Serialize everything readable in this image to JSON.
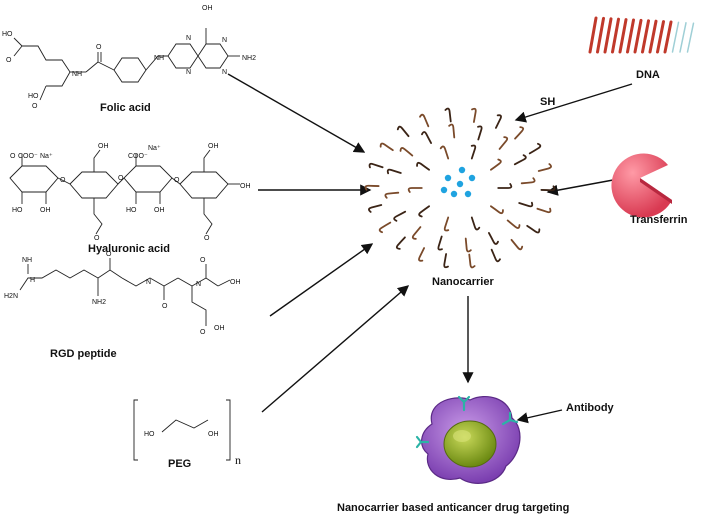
{
  "labels": {
    "folic_acid": "Folic acid",
    "hyaluronic_acid": "Hyaluronic acid",
    "rgd_peptide": "RGD peptide",
    "peg": "PEG",
    "peg_subscript": "n",
    "dna": "DNA",
    "sh": "SH",
    "transferrin": "Transferrin",
    "nanocarrier": "Nanocarrier",
    "antibody": "Antibody",
    "caption": "Nanocarrier based anticancer drug targeting"
  },
  "atoms": {
    "oh": "OH",
    "nh": "NH",
    "nh2": "NH2",
    "n": "N",
    "o": "O",
    "h2n": "H2N",
    "ho": "HO",
    "coo_minus": "COO⁻",
    "na_plus": "Na⁺",
    "h": "H"
  },
  "colors": {
    "dna_strand": "#c0392b",
    "dna_faded": "#9fcfd6",
    "transferrin": "#ef5d6f",
    "nanocarrier_core": "#1fa3e0",
    "squiggle_dark": "#3b2416",
    "squiggle_mid": "#7a4a2a",
    "cell_body": "#9b59c9",
    "nucleus": "#8ea91e",
    "receptor": "#2bb3a6"
  },
  "icons": [
    "dna-icon",
    "transferrin-icon",
    "nanocarrier-icon",
    "cancer-cell-icon"
  ]
}
